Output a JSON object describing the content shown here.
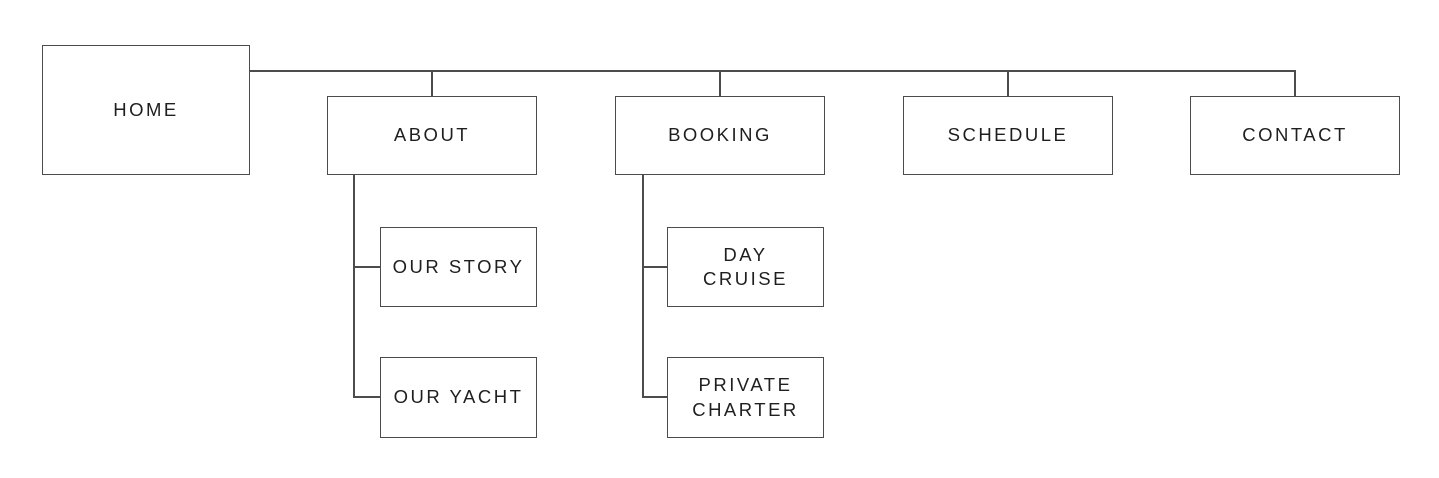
{
  "diagram": {
    "kind": "sitemap-tree",
    "colors": {
      "background": "#ffffff",
      "line": "#4c4c4c",
      "node_border": "#4c4c4c",
      "node_fill": "#ffffff",
      "text": "#1f1f1f"
    },
    "nodes": {
      "home": {
        "label": "HOME"
      },
      "about": {
        "label": "ABOUT"
      },
      "booking": {
        "label": "BOOKING"
      },
      "schedule": {
        "label": "SCHEDULE"
      },
      "contact": {
        "label": "CONTACT"
      },
      "our_story": {
        "label": "OUR STORY"
      },
      "our_yacht": {
        "label": "OUR YACHT"
      },
      "day_cruise": {
        "label": "DAY CRUISE"
      },
      "private_charter": {
        "label": "PRIVATE CHARTER"
      }
    },
    "edges": [
      {
        "from": "home",
        "to": "about"
      },
      {
        "from": "home",
        "to": "booking"
      },
      {
        "from": "home",
        "to": "schedule"
      },
      {
        "from": "home",
        "to": "contact"
      },
      {
        "from": "about",
        "to": "our_story"
      },
      {
        "from": "about",
        "to": "our_yacht"
      },
      {
        "from": "booking",
        "to": "day_cruise"
      },
      {
        "from": "booking",
        "to": "private_charter"
      }
    ]
  }
}
